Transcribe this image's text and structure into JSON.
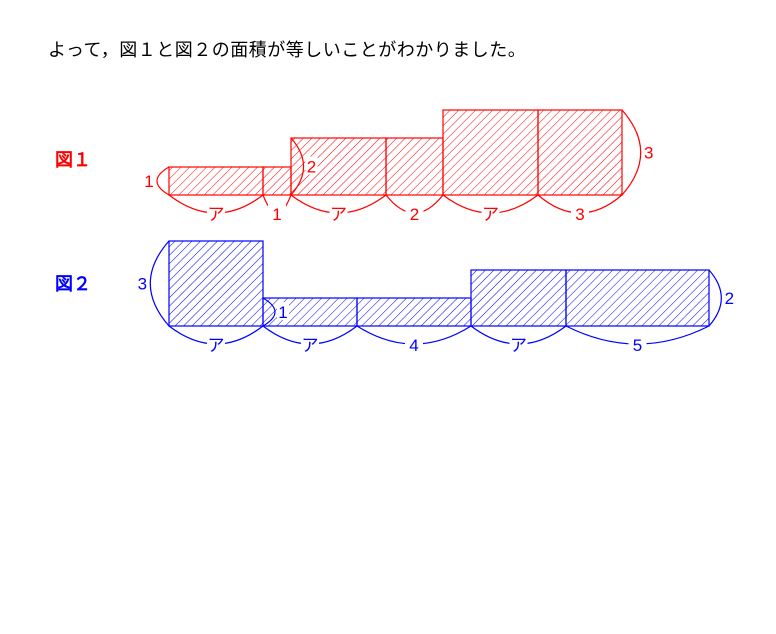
{
  "sentence": "よって，図１と図２の面積が等しいことがわかりました。",
  "figures": [
    {
      "label": "図１",
      "color": "#ff0000",
      "width_labels": [
        "ア",
        "1",
        "ア",
        "2",
        "ア",
        "3"
      ],
      "height_labels": [
        "1",
        "2",
        "3"
      ]
    },
    {
      "label": "図２",
      "color": "#0000ff",
      "width_labels": [
        "ア",
        "ア",
        "4",
        "ア",
        "5"
      ],
      "height_labels": [
        "3",
        "1",
        "2"
      ]
    }
  ]
}
